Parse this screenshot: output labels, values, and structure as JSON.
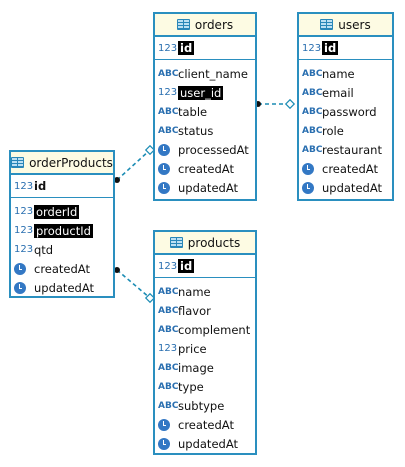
{
  "tables": {
    "orders": {
      "title": "orders",
      "pk": "id",
      "columns": [
        {
          "type": "ABC",
          "name": "client_name"
        },
        {
          "type": "123",
          "name": "user_id"
        },
        {
          "type": "ABC",
          "name": "table"
        },
        {
          "type": "ABC",
          "name": "status"
        },
        {
          "type": "clock",
          "name": "processedAt"
        },
        {
          "type": "clock",
          "name": "createdAt"
        },
        {
          "type": "clock",
          "name": "updatedAt"
        }
      ]
    },
    "users": {
      "title": "users",
      "pk": "id",
      "columns": [
        {
          "type": "ABC",
          "name": "name"
        },
        {
          "type": "ABC",
          "name": "email"
        },
        {
          "type": "ABC",
          "name": "password"
        },
        {
          "type": "ABC",
          "name": "role"
        },
        {
          "type": "ABC",
          "name": "restaurant"
        },
        {
          "type": "clock",
          "name": "createdAt"
        },
        {
          "type": "clock",
          "name": "updatedAt"
        }
      ]
    },
    "orderProducts": {
      "title": "orderProducts",
      "pk": "id",
      "columns": [
        {
          "type": "123",
          "name": "orderId"
        },
        {
          "type": "123",
          "name": "productId"
        },
        {
          "type": "123",
          "name": "qtd"
        },
        {
          "type": "clock",
          "name": "createdAt"
        },
        {
          "type": "clock",
          "name": "updatedAt"
        }
      ]
    },
    "products": {
      "title": "products",
      "pk": "id",
      "columns": [
        {
          "type": "ABC",
          "name": "name"
        },
        {
          "type": "ABC",
          "name": "flavor"
        },
        {
          "type": "ABC",
          "name": "complement"
        },
        {
          "type": "123",
          "name": "price"
        },
        {
          "type": "ABC",
          "name": "image"
        },
        {
          "type": "ABC",
          "name": "type"
        },
        {
          "type": "ABC",
          "name": "subtype"
        },
        {
          "type": "clock",
          "name": "createdAt"
        },
        {
          "type": "clock",
          "name": "updatedAt"
        }
      ]
    }
  },
  "type_labels": {
    "text": "ABC",
    "number": "123"
  }
}
